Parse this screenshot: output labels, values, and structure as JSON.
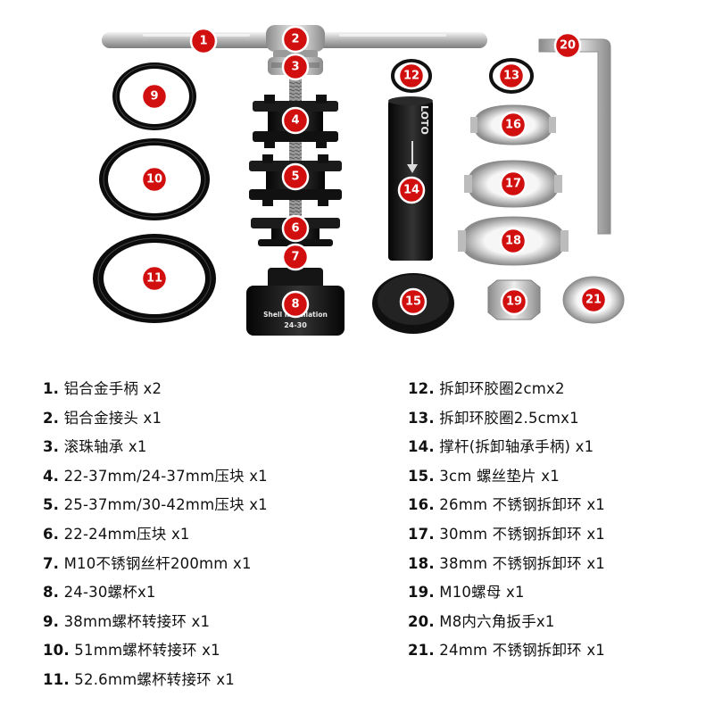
{
  "product_markings": {
    "brand_logo_text": "LOTO",
    "cup_label_line1": "Shell Installation",
    "cup_label_line2": "24-30"
  },
  "callouts": [
    "1",
    "2",
    "3",
    "4",
    "5",
    "6",
    "7",
    "8",
    "9",
    "10",
    "11",
    "12",
    "13",
    "14",
    "15",
    "16",
    "17",
    "18",
    "19",
    "20",
    "21"
  ],
  "parts_list": {
    "left": [
      {
        "num": "1.",
        "text": "铝合金手柄 x2"
      },
      {
        "num": "2.",
        "text": "铝合金接头 x1"
      },
      {
        "num": "3.",
        "text": "滚珠轴承 x1"
      },
      {
        "num": "4.",
        "text": "22-37mm/24-37mm压块 x1"
      },
      {
        "num": "5.",
        "text": "25-37mm/30-42mm压块 x1"
      },
      {
        "num": "6.",
        "text": "22-24mm压块 x1"
      },
      {
        "num": "7.",
        "text": "M10不锈钢丝杆200mm x1"
      },
      {
        "num": "8.",
        "text": "24-30螺杯x1"
      },
      {
        "num": "9.",
        "text": "38mm螺杯转接环 x1"
      },
      {
        "num": "10.",
        "text": "51mm螺杯转接环 x1"
      },
      {
        "num": "11.",
        "text": "52.6mm螺杯转接环 x1"
      }
    ],
    "right": [
      {
        "num": "12.",
        "text": "拆卸环胶圈2cmx2"
      },
      {
        "num": "13.",
        "text": "拆卸环胶圈2.5cmx1"
      },
      {
        "num": "14.",
        "text": "撑杆(拆卸轴承手柄) x1"
      },
      {
        "num": "15.",
        "text": "3cm 螺丝垫片 x1"
      },
      {
        "num": "16.",
        "text": "26mm 不锈钢拆卸环 x1"
      },
      {
        "num": "17.",
        "text": "30mm 不锈钢拆卸环 x1"
      },
      {
        "num": "18.",
        "text": "38mm 不锈钢拆卸环 x1"
      },
      {
        "num": "19.",
        "text": "M10螺母 x1"
      },
      {
        "num": "20.",
        "text": "M8内六角扳手x1"
      },
      {
        "num": "21.",
        "text": "24mm 不锈钢拆卸环 x1"
      }
    ]
  },
  "colors": {
    "callout": "#d10f0f",
    "metal": "#c8c8c8",
    "anodized": "#151515"
  }
}
